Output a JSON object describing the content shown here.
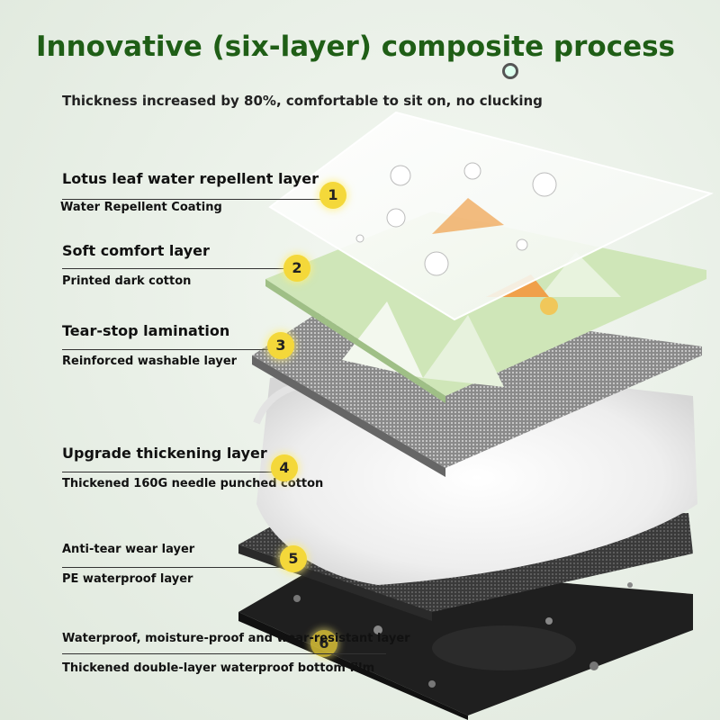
{
  "title": "Innovative (six-layer) composite process",
  "subtitle": "Thickness increased by 80%, comfortable to sit on, no clucking",
  "colors": {
    "title_green": "#1f5e16",
    "badge_yellow": "#f4d83a",
    "print_green": "#cfe6b8"
  },
  "layers": [
    {
      "number": "1",
      "heading": "Lotus leaf water repellent layer",
      "detail": "Water Repellent Coating"
    },
    {
      "number": "2",
      "heading": "Soft comfort layer",
      "detail": "Printed dark cotton"
    },
    {
      "number": "3",
      "heading": "Tear-stop lamination",
      "detail": "Reinforced washable layer"
    },
    {
      "number": "4",
      "heading": "Upgrade thickening layer",
      "detail": "Thickened 160G needle punched cotton"
    },
    {
      "number": "5",
      "heading": "Anti-tear wear layer",
      "detail": "PE waterproof layer"
    },
    {
      "number": "6",
      "heading": "Waterproof, moisture-proof and wear-resistant layer",
      "detail": "Thickened double-layer waterproof bottom film"
    }
  ]
}
